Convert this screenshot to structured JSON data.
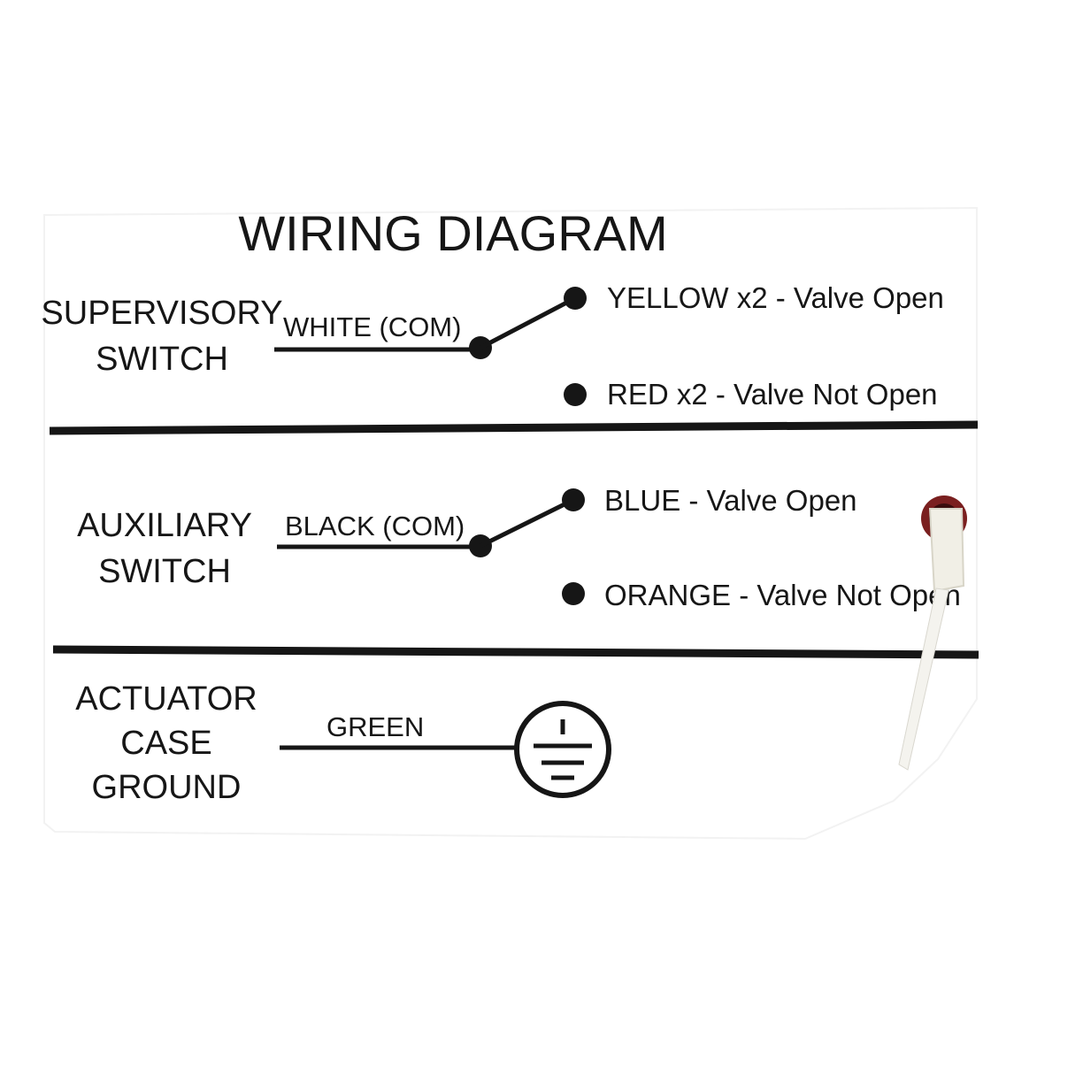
{
  "title": "WIRING DIAGRAM",
  "colors": {
    "ink": "#161616",
    "label_background": "#ffffff",
    "mount_hole": "#7a1f1f",
    "cable_tie": "#f1efe6"
  },
  "sections": [
    {
      "label_lines": [
        "SUPERVISORY",
        "SWITCH"
      ],
      "common_wire": "WHITE (COM)",
      "contacts": [
        {
          "label": "YELLOW x2 - Valve Open"
        },
        {
          "label": "RED x2 - Valve Not Open"
        }
      ]
    },
    {
      "label_lines": [
        "AUXILIARY",
        "SWITCH"
      ],
      "common_wire": "BLACK (COM)",
      "contacts": [
        {
          "label": "BLUE - Valve Open"
        },
        {
          "label": "ORANGE - Valve Not Open"
        }
      ]
    },
    {
      "label_lines": [
        "ACTUATOR",
        "CASE",
        "GROUND"
      ],
      "common_wire": "GREEN",
      "symbol": "ground-symbol-icon"
    }
  ]
}
